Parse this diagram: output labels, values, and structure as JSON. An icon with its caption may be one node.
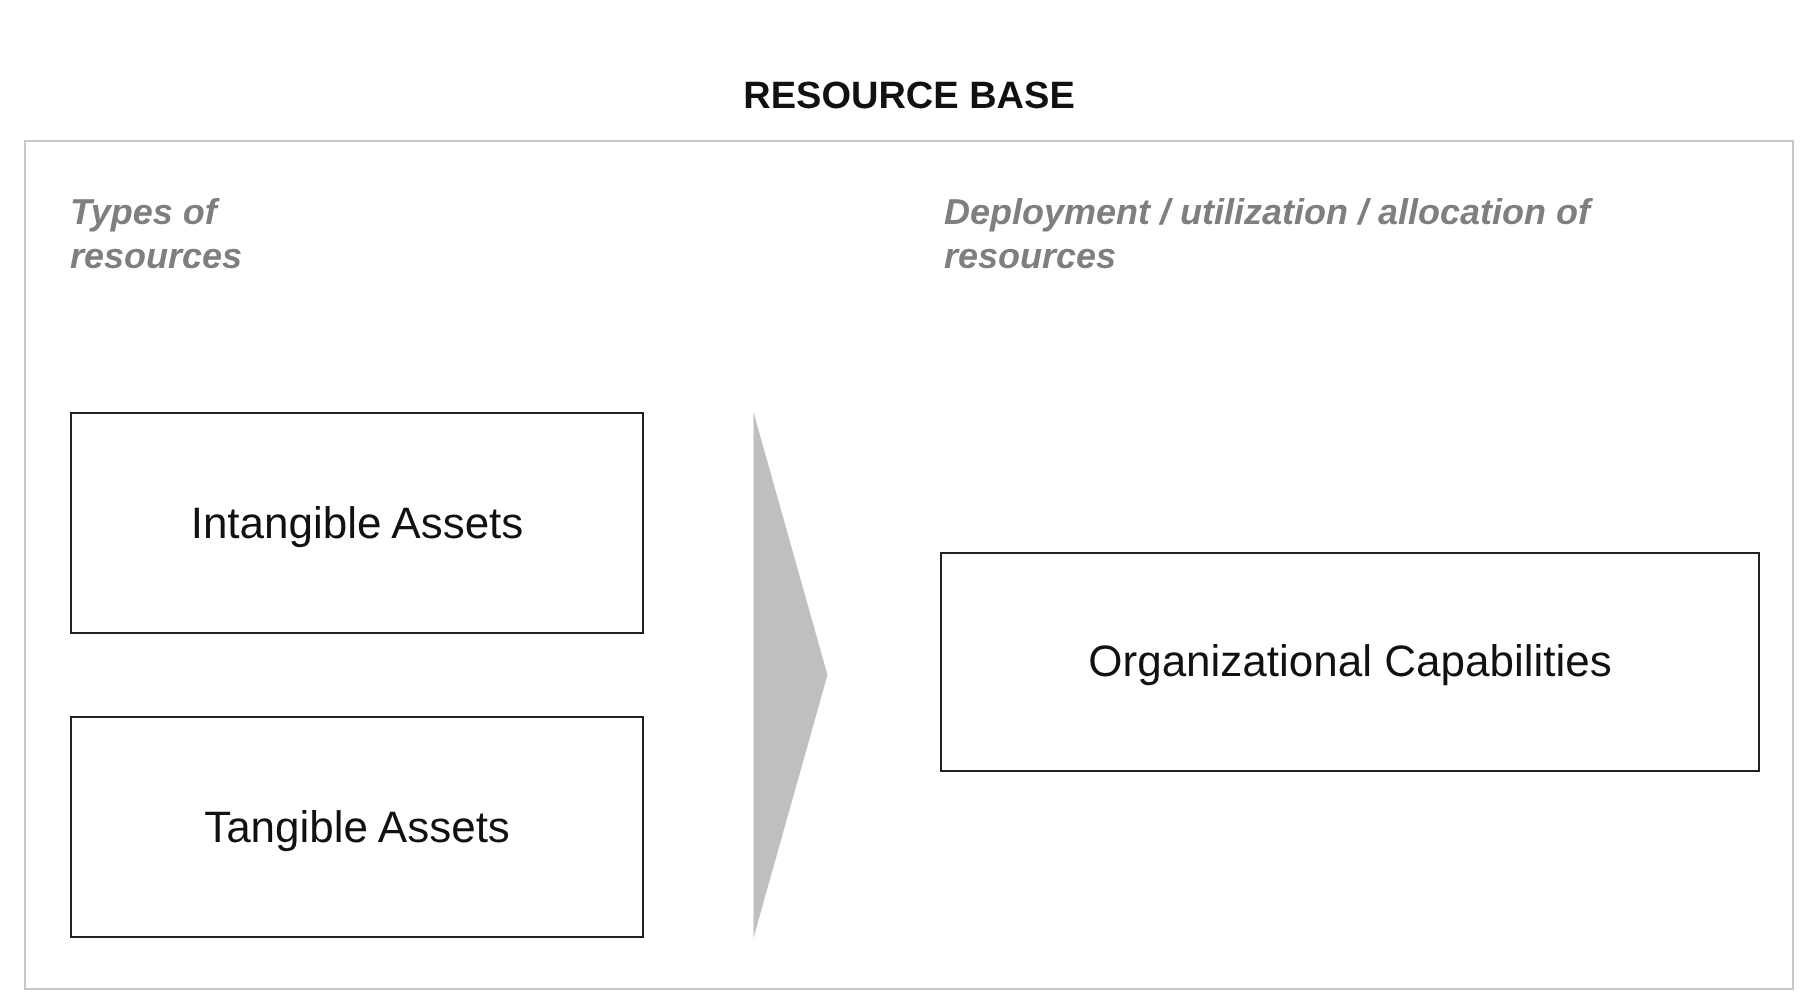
{
  "diagram": {
    "title": "RESOURCE BASE",
    "nodes": [
      {
        "text": [
          "Types of resources",
          "Deployment / utilization / allocation of resources"
        ]
      },
      {
        "text": [
          "Intangible Assets"
        ],
        "in": 0
      },
      {
        "text": [
          "Tangible Assets"
        ],
        "in": 0
      },
      {
        "text": [
          "Organizational Capabilities"
        ],
        "in": 0
      }
    ],
    "edges": [
      {
        "from": 1,
        "to": 3,
        "arrow": "to"
      },
      {
        "from": 2,
        "to": 3,
        "arrow": "to"
      }
    ]
  }
}
